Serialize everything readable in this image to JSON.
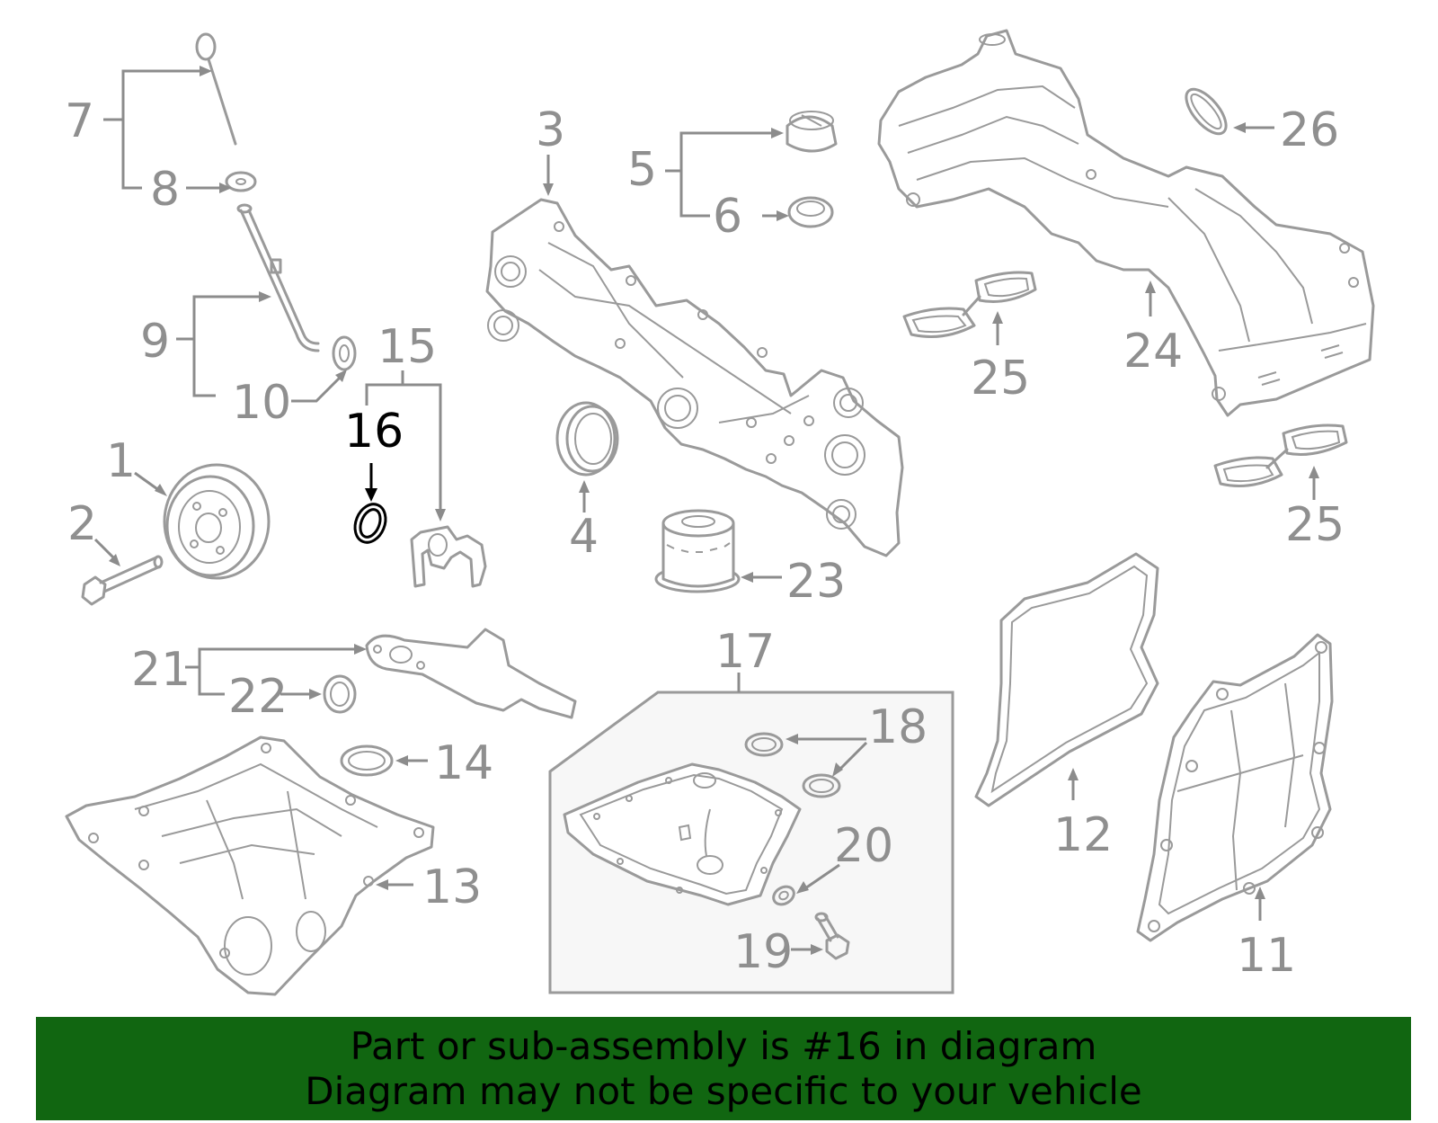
{
  "callouts": {
    "c1": "1",
    "c2": "2",
    "c3": "3",
    "c4": "4",
    "c5": "5",
    "c6": "6",
    "c7": "7",
    "c8": "8",
    "c9": "9",
    "c10": "10",
    "c11": "11",
    "c12": "12",
    "c13": "13",
    "c14": "14",
    "c15": "15",
    "c16": "16",
    "c17": "17",
    "c18": "18",
    "c19": "19",
    "c20": "20",
    "c21": "21",
    "c22": "22",
    "c23": "23",
    "c24": "24",
    "c25a": "25",
    "c25b": "25",
    "c26": "26"
  },
  "highlighted_part": "16",
  "banner": {
    "line1": "Part or sub-assembly is #16 in diagram",
    "line2": "Diagram may not be specific to your vehicle",
    "background_color": "#116611",
    "text_color": "#000000"
  },
  "colors": {
    "part_stroke": "#9a9a9a",
    "highlight": "#000000",
    "subassembly_box_fill": "#f7f7f7"
  }
}
